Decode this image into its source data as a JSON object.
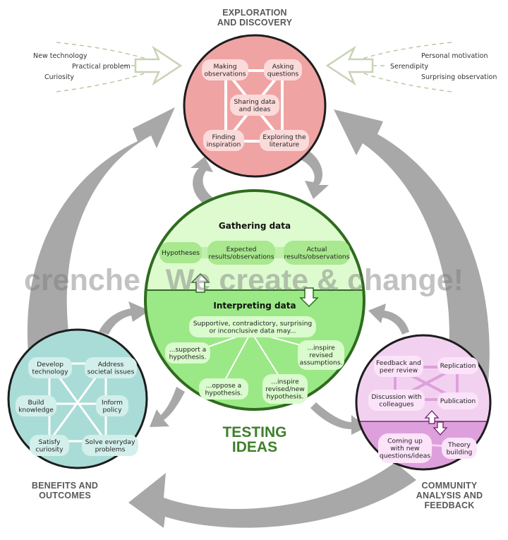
{
  "exploration": {
    "title_line1": "EXPLORATION",
    "title_line2": "AND DISCOVERY",
    "nodes": {
      "making_obs": [
        "Making",
        "observations"
      ],
      "asking_q": [
        "Asking",
        "questions"
      ],
      "sharing": [
        "Sharing data",
        "and ideas"
      ],
      "finding": [
        "Finding",
        "inspiration"
      ],
      "exploring": [
        "Exploring the",
        "literature"
      ]
    },
    "inputs_left": [
      "New technology",
      "Practical problem",
      "Curiosity"
    ],
    "inputs_right": [
      "Personal motivation",
      "Serendipity",
      "Surprising observation"
    ]
  },
  "testing": {
    "gathering_title": "Gathering data",
    "gathering_nodes": {
      "hypotheses": [
        "Hypotheses"
      ],
      "expected": [
        "Expected",
        "results/observations"
      ],
      "actual": [
        "Actual",
        "results/observations"
      ]
    },
    "interpreting_title": "Interpreting data",
    "interp_nodes": {
      "supportive": [
        "Supportive, contradictory, surprising",
        "or inconclusive data may..."
      ],
      "support": [
        "...support a",
        "hypothesis."
      ],
      "revised_assump": [
        "...inspire",
        "revised",
        "assumptions."
      ],
      "oppose": [
        "...oppose a",
        "hypothesis."
      ],
      "revised_hyp": [
        "...inspire",
        "revised/new",
        "hypothesis."
      ]
    },
    "label_line1": "TESTING",
    "label_line2": "IDEAS"
  },
  "benefits": {
    "title_line1": "BENEFITS AND",
    "title_line2": "OUTCOMES",
    "nodes": {
      "develop": [
        "Develop",
        "technology"
      ],
      "address": [
        "Address",
        "societal issues"
      ],
      "build": [
        "Build",
        "knowledge"
      ],
      "inform": [
        "Inform",
        "policy"
      ],
      "satisfy": [
        "Satisfy",
        "curiosity"
      ],
      "solve": [
        "Solve everyday",
        "problems"
      ]
    }
  },
  "community": {
    "title_line1": "COMMUNITY",
    "title_line2": "ANALYSIS AND",
    "title_line3": "FEEDBACK",
    "nodes": {
      "feedback": [
        "Feedback and",
        "peer review"
      ],
      "replication": [
        "Replication"
      ],
      "discussion": [
        "Discussion with",
        "colleagues"
      ],
      "publication": [
        "Publication"
      ],
      "coming_up": [
        "Coming up",
        "with new",
        "questions/ideas"
      ],
      "theory": [
        "Theory",
        "building"
      ]
    }
  },
  "watermark": "crenche   We create & change!",
  "colors": {
    "exploration_fill": "#f0a3a3",
    "testing_top": "#ddfbcf",
    "testing_bottom": "#9be886",
    "testing_border": "#2f6b1f",
    "benefits_fill": "#a9dcd6",
    "community_top": "#f2d1f0",
    "community_bottom": "#dea0dc",
    "arrow_gray": "#a8a8a8"
  }
}
